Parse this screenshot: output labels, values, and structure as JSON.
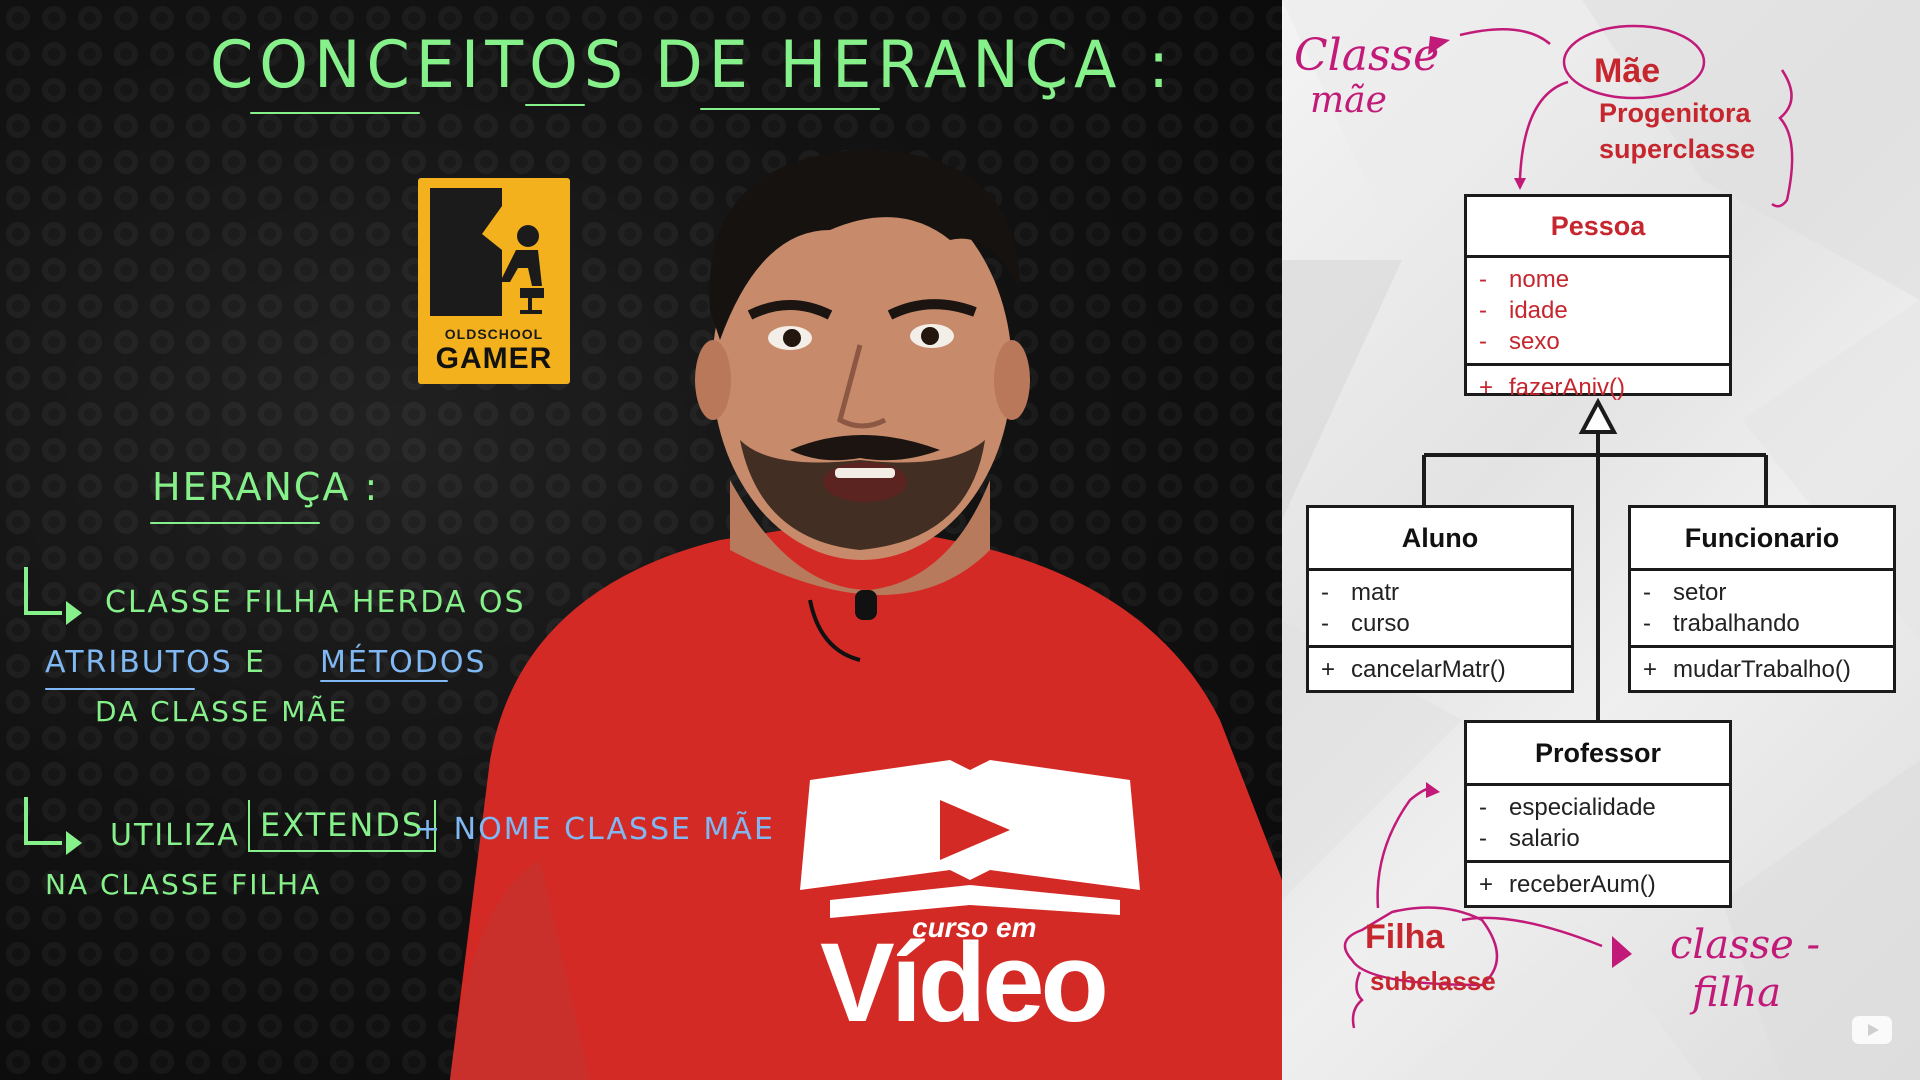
{
  "left_board": {
    "title": "CONCEITOS DE HERANÇA :",
    "heranca_label": "HERANÇA :",
    "bullet1": {
      "line1": "CLASSE FILHA HERDA OS",
      "atributos": "ATRIBUTOS",
      "e": "E",
      "metodos": "MÉTODOS",
      "line3": "DA CLASSE MÃE"
    },
    "bullet2": {
      "utiliza": "UTILIZA",
      "extends": "EXTENDS",
      "rest": "+ NOME CLASSE MÃE",
      "line2": "NA CLASSE FILHA"
    }
  },
  "logo": {
    "small_text": "OLDSCHOOL",
    "big_text": "GAMER"
  },
  "shirt": {
    "small_text": "curso em",
    "big_text": "Vídeo"
  },
  "uml": {
    "pessoa": {
      "name": "Pessoa",
      "attributes": [
        {
          "vis": "-",
          "name": "nome"
        },
        {
          "vis": "-",
          "name": "idade"
        },
        {
          "vis": "-",
          "name": "sexo"
        }
      ],
      "methods": [
        {
          "vis": "+",
          "name": "fazerAniv()"
        }
      ]
    },
    "aluno": {
      "name": "Aluno",
      "attributes": [
        {
          "vis": "-",
          "name": "matr"
        },
        {
          "vis": "-",
          "name": "curso"
        }
      ],
      "methods": [
        {
          "vis": "+",
          "name": "cancelarMatr()"
        }
      ]
    },
    "funcionario": {
      "name": "Funcionario",
      "attributes": [
        {
          "vis": "-",
          "name": "setor"
        },
        {
          "vis": "-",
          "name": "trabalhando"
        }
      ],
      "methods": [
        {
          "vis": "+",
          "name": "mudarTrabalho()"
        }
      ]
    },
    "professor": {
      "name": "Professor",
      "attributes": [
        {
          "vis": "-",
          "name": "especialidade"
        },
        {
          "vis": "-",
          "name": "salario"
        }
      ],
      "methods": [
        {
          "vis": "+",
          "name": "receberAum()"
        }
      ]
    }
  },
  "annotations": {
    "mae": "Mãe",
    "progenitora": "Progenitora",
    "superclasse": "superclasse",
    "filha": "Filha",
    "subclasse": "subclasse",
    "hand_classe_mae_1": "Classe",
    "hand_classe_mae_2": "mãe",
    "hand_classe_filha_1": "classe -",
    "hand_classe_filha_2": "filha"
  },
  "colors": {
    "chalk_green": "#86f08a",
    "chalk_blue": "#7fb8f2",
    "uml_red": "#c6262e",
    "pen_magenta": "#c21a78",
    "shirt_red": "#d42a25",
    "logo_yellow": "#f3b21d"
  }
}
